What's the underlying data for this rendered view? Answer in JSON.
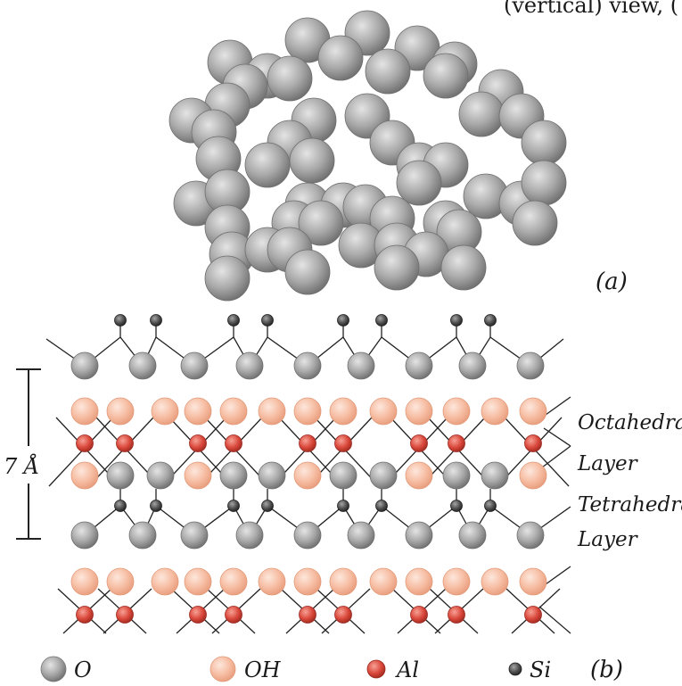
{
  "caption_fragment": "(vertical) view, (",
  "panel_a_label": "(a)",
  "panel_b_label": "(b)",
  "thickness_label": "7 Å",
  "layer_labels": {
    "octahedral_1": "Octahedral",
    "octahedral_2": "Layer",
    "tetrahedral_1": "Tetrahedral",
    "tetrahedral_2": "Layer"
  },
  "legend": [
    {
      "symbol": "o-atom",
      "label": "O",
      "color": "#a7a7a7"
    },
    {
      "symbol": "oh-group",
      "label": "OH",
      "color": "#f4b79a"
    },
    {
      "symbol": "al-atom",
      "label": "Al",
      "color": "#d9473a"
    },
    {
      "symbol": "si-atom",
      "label": "Si",
      "color": "#555555"
    }
  ],
  "colors": {
    "oxygen": "#a7a7a7",
    "hydroxyl": "#f4b79a",
    "aluminum": "#d9473a",
    "silicon": "#555555",
    "bond": "#222222"
  }
}
